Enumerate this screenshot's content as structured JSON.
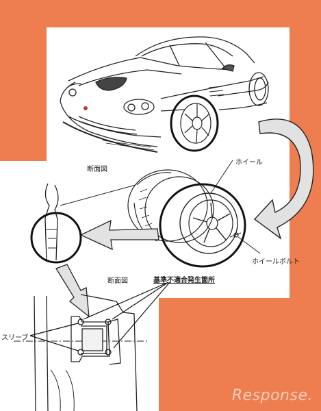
{
  "labels": {
    "section_top": "断面図",
    "wheel": "ホイール",
    "wheel_bolt": "ホイールボルト",
    "section_bottom": "断面図",
    "nonconformity": "基準不適合発生箇所",
    "sleeve": "スリーブ"
  },
  "watermark": "Response.",
  "colors": {
    "background": "#ee7e4f",
    "paper": "#ffffff",
    "ink": "#222222"
  }
}
